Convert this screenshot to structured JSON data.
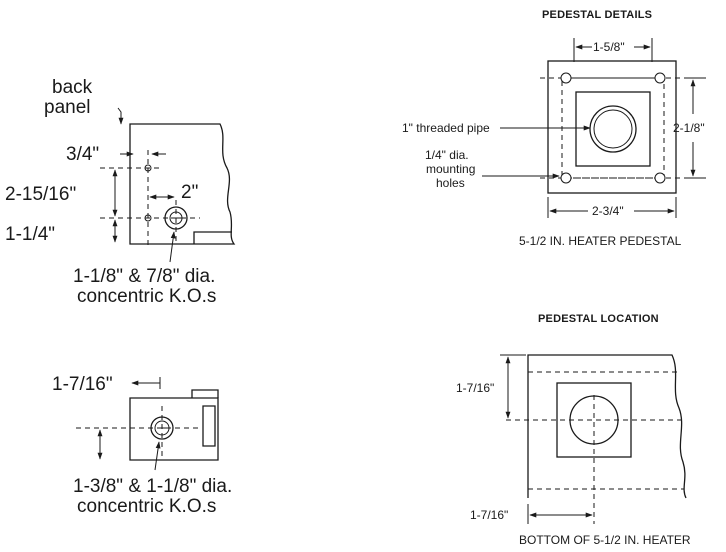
{
  "left": {
    "back_panel": [
      "back",
      "panel"
    ],
    "dim_3_4": "3/4\"",
    "dim_2_15_16": "2-15/16\"",
    "dim_2": "2\"",
    "dim_1_1_4": "1-1/4\"",
    "ko_top": [
      "1-1/8\" & 7/8\" dia.",
      "concentric K.O.s"
    ],
    "dim_1_7_16": "1-7/16\"",
    "ko_bottom": [
      "1-3/8\" & 1-1/8\" dia.",
      "concentric K.O.s"
    ]
  },
  "pedestal_details": {
    "title": "PEDESTAL DETAILS",
    "dim_1_5_8": "1-5/8\"",
    "dim_2_1_8": "2-1/8\"",
    "dim_2_3_4": "2-3/4\"",
    "threaded_pipe": "1\" threaded pipe",
    "mounting_holes": [
      "1/4\" dia.",
      "mounting",
      "holes"
    ],
    "caption": "5-1/2 IN. HEATER PEDESTAL"
  },
  "pedestal_location": {
    "title": "PEDESTAL LOCATION",
    "dim_left": "1-7/16\"",
    "dim_bottom": "1-7/16\"",
    "caption": "BOTTOM OF 5-1/2 IN. HEATER"
  }
}
